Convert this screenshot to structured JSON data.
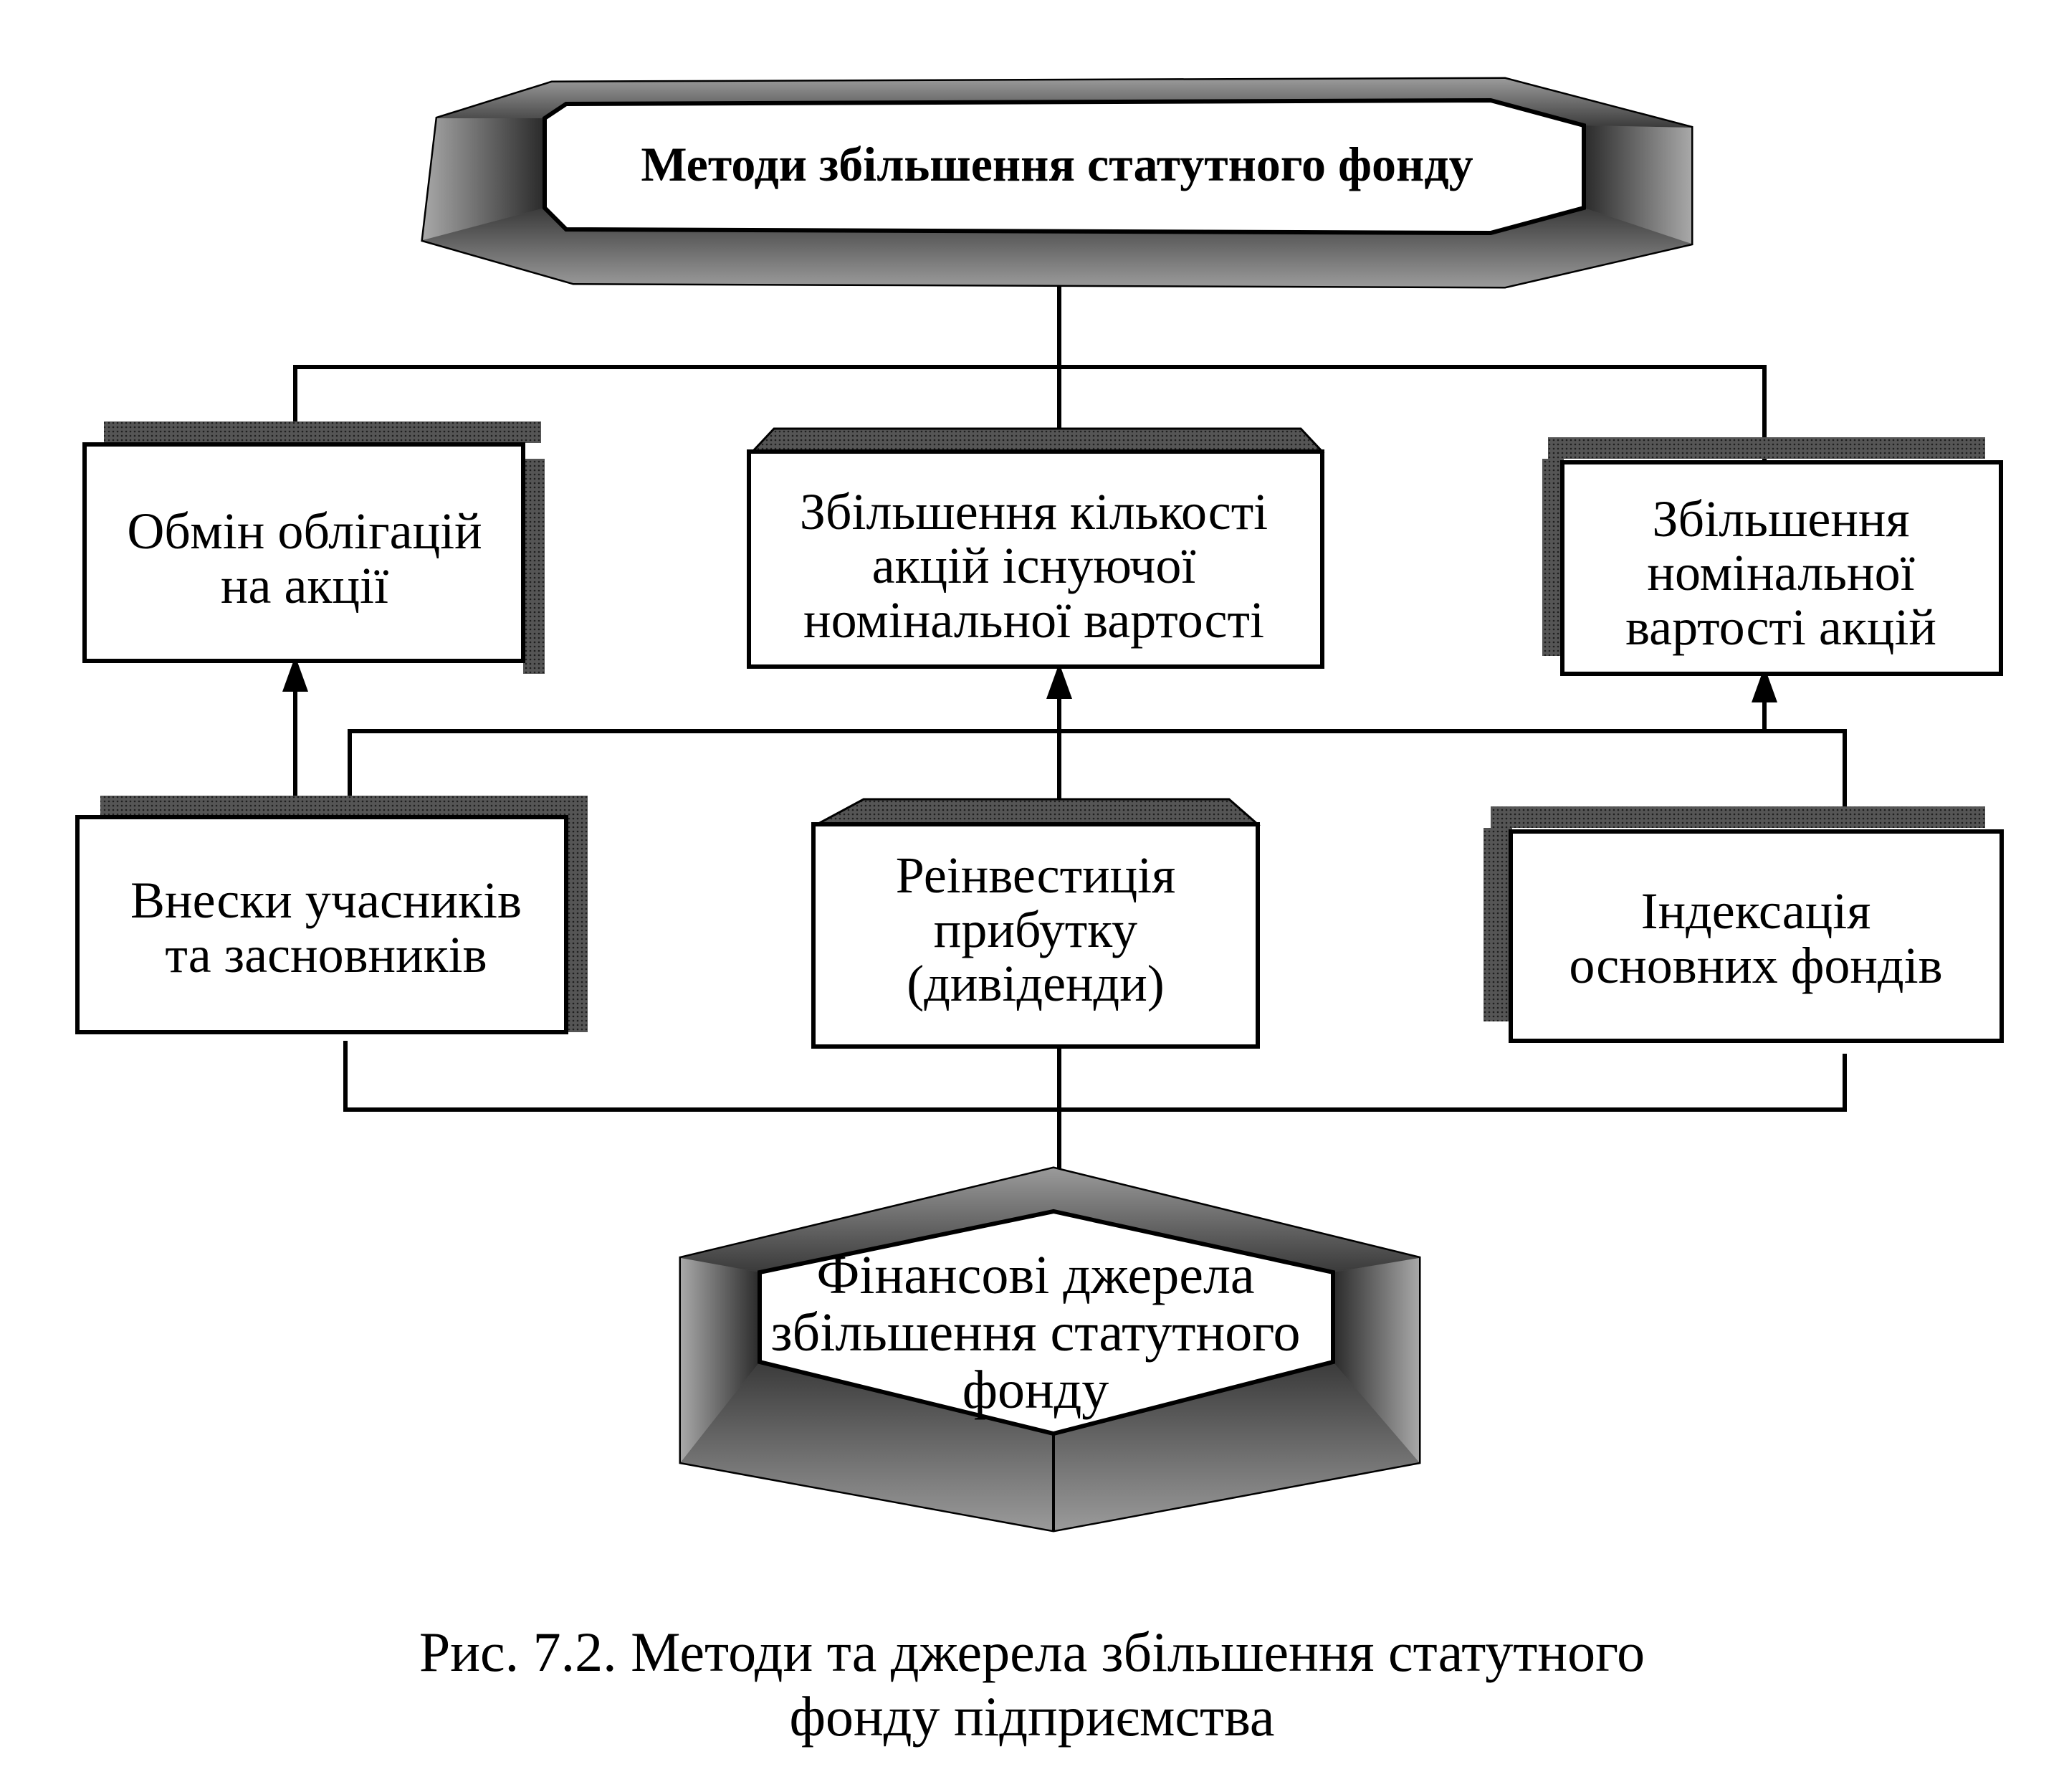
{
  "title": "Методи збільшення статутного фонду",
  "methods": [
    {
      "id": "exchange",
      "lines": [
        "Обмін облігацій",
        "на акції"
      ]
    },
    {
      "id": "quantity",
      "lines": [
        "Збільшення кількості",
        "акцій існуючої",
        "номінальної вартості"
      ]
    },
    {
      "id": "nominal",
      "lines": [
        "Збільшення",
        "номінальної",
        "вартості акцій"
      ]
    }
  ],
  "sources": [
    {
      "id": "contrib",
      "lines": [
        "Внески учасників",
        "та засновників"
      ]
    },
    {
      "id": "reinvest",
      "lines": [
        "Реінвестиція",
        "прибутку",
        "(дивіденди)"
      ]
    },
    {
      "id": "indexation",
      "lines": [
        "Індексація",
        "основних фондів"
      ]
    }
  ],
  "bottom": {
    "lines": [
      "Фінансові джерела",
      "збільшення статутного",
      "фонду"
    ]
  },
  "caption": {
    "line1": "Рис. 7.2. Методи та джерела збільшення статутного",
    "line2": "фонду підприємства"
  },
  "colors": {
    "ink": "#000000",
    "paper": "#ffffff",
    "shade_dark": "#2a2a2a",
    "shade_mid": "#6e6e6e",
    "shade_light": "#b5b5b5"
  }
}
